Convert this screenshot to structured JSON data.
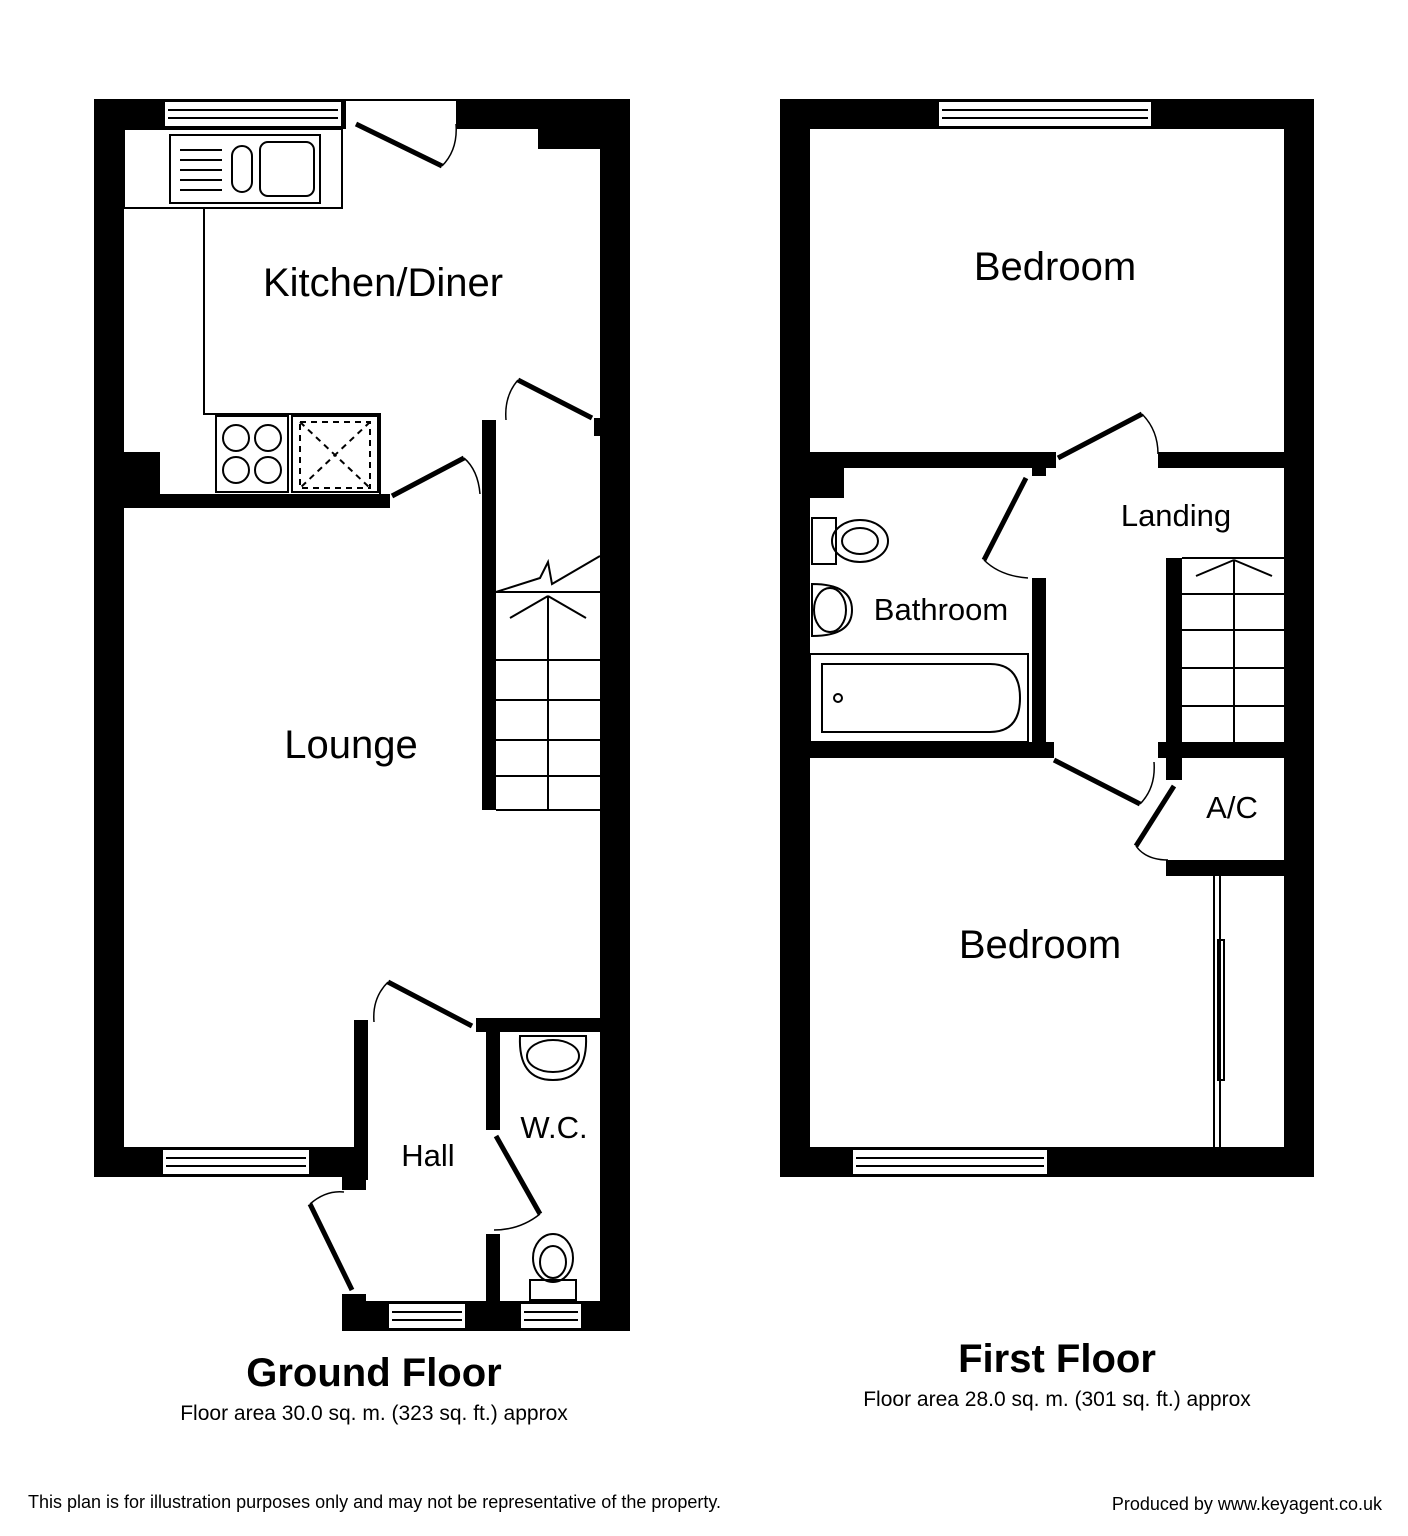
{
  "ground_floor": {
    "title": "Ground Floor",
    "area": "Floor area 30.0 sq. m. (323 sq. ft.) approx",
    "rooms": {
      "kitchen": "Kitchen/Diner",
      "lounge": "Lounge",
      "hall": "Hall",
      "wc": "W.C."
    }
  },
  "first_floor": {
    "title": "First Floor",
    "area": "Floor area 28.0 sq. m. (301 sq. ft.) approx",
    "rooms": {
      "bedroom_front": "Bedroom",
      "bedroom_rear": "Bedroom",
      "bathroom": "Bathroom",
      "landing": "Landing",
      "airing_cupboard": "A/C"
    }
  },
  "footer": {
    "disclaimer": "This plan is for illustration purposes only and may not be representative of the property.",
    "credit": "Produced by www.keyagent.co.uk"
  }
}
